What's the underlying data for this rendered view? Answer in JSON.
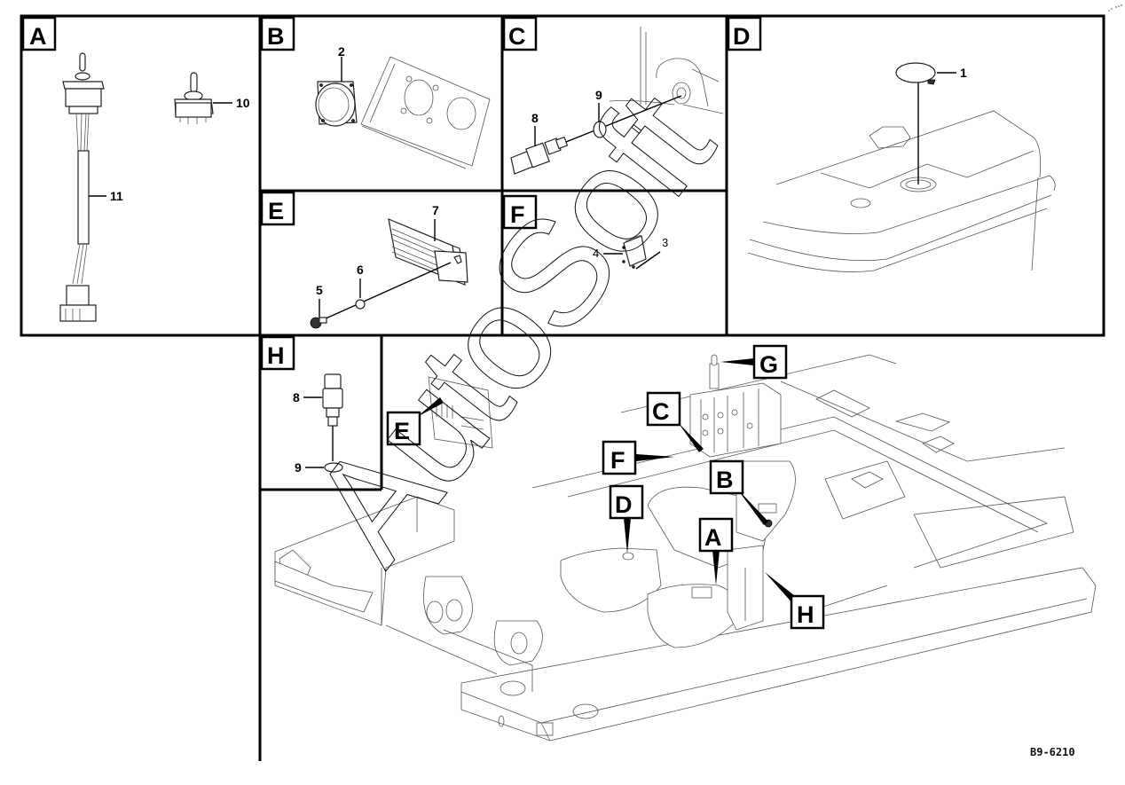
{
  "diagram": {
    "type": "exploded-parts-view",
    "drawing_code": "B9-6210",
    "watermark": "AutoSoft",
    "panels": [
      {
        "id": "A",
        "label": "A",
        "callouts": [
          {
            "number": "10",
            "part": "toggle switch"
          },
          {
            "number": "11",
            "part": "switch with wiring harness"
          }
        ]
      },
      {
        "id": "B",
        "label": "B",
        "callouts": [
          {
            "number": "2",
            "part": "round socket with square flange"
          }
        ]
      },
      {
        "id": "C",
        "label": "C",
        "callouts": [
          {
            "number": "8",
            "part": "pressure sensor"
          },
          {
            "number": "9",
            "part": "o-ring"
          }
        ]
      },
      {
        "id": "D",
        "label": "D",
        "callouts": [
          {
            "number": "1",
            "part": "cap / plug"
          }
        ]
      },
      {
        "id": "E",
        "label": "E",
        "callouts": [
          {
            "number": "7",
            "part": "relay box"
          },
          {
            "number": "6",
            "part": "washer"
          },
          {
            "number": "5",
            "part": "screw"
          }
        ]
      },
      {
        "id": "F",
        "label": "F",
        "callouts": [
          {
            "number": "4",
            "part": "control unit"
          },
          {
            "number": "3",
            "part": "screw"
          }
        ]
      },
      {
        "id": "H",
        "label": "H",
        "callouts": [
          {
            "number": "8",
            "part": "pressure sensor"
          },
          {
            "number": "9",
            "part": "o-ring"
          }
        ]
      }
    ],
    "main_view_tags": [
      "G",
      "E",
      "C",
      "F",
      "B",
      "D",
      "A",
      "H"
    ]
  }
}
